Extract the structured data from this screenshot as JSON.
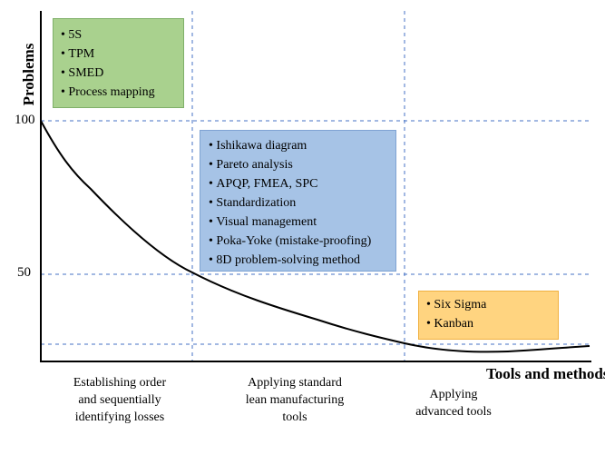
{
  "axes": {
    "y_title": "Problems",
    "x_title": "Tools and methods",
    "y_ticks": [
      "100",
      "50"
    ]
  },
  "boxes": {
    "green": {
      "items": [
        "5S",
        "TPM",
        "SMED",
        "Process mapping"
      ],
      "color": "#a9d18e"
    },
    "blue": {
      "items": [
        "Ishikawa diagram",
        "Pareto analysis",
        "APQP, FMEA, SPC",
        "Standardization",
        "Visual management",
        "Poka-Yoke (mistake-proofing)",
        "8D problem-solving method"
      ],
      "color": "#a6c3e6"
    },
    "orange": {
      "items": [
        "Six Sigma",
        "Kanban"
      ],
      "color": "#ffd480"
    }
  },
  "stages": [
    {
      "lines": [
        "Establishing order",
        "and sequentially",
        "identifying losses"
      ]
    },
    {
      "lines": [
        "Applying standard",
        "lean manufacturing",
        "tools"
      ]
    },
    {
      "lines": [
        "Applying",
        "advanced tools"
      ]
    }
  ],
  "colors": {
    "gridline": "#4472c4",
    "curve": "#000000"
  }
}
